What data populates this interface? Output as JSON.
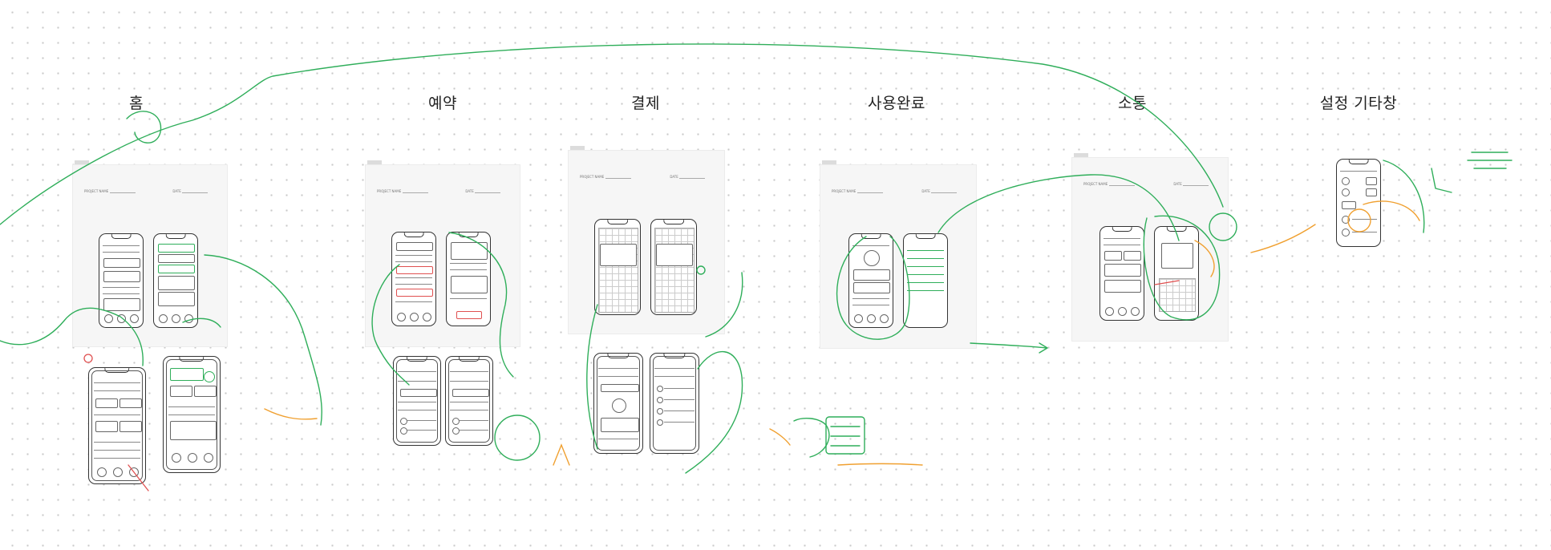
{
  "sections": [
    {
      "id": "home",
      "title": "홈"
    },
    {
      "id": "reservation",
      "title": "예약"
    },
    {
      "id": "payment",
      "title": "결제"
    },
    {
      "id": "usage-complete",
      "title": "사용완료"
    },
    {
      "id": "communication",
      "title": "소통"
    },
    {
      "id": "settings",
      "title": "설정 기타창"
    }
  ],
  "sheet_labels": {
    "project_name": "PROJECT NAME",
    "date": "DATE"
  },
  "colors": {
    "background": "#ffffff",
    "grid_dot": "#c9c9c9",
    "sketch_ink": "#333333",
    "annotation_green": "#2fae5a",
    "annotation_orange": "#f0a030",
    "annotation_red": "#e05050"
  }
}
